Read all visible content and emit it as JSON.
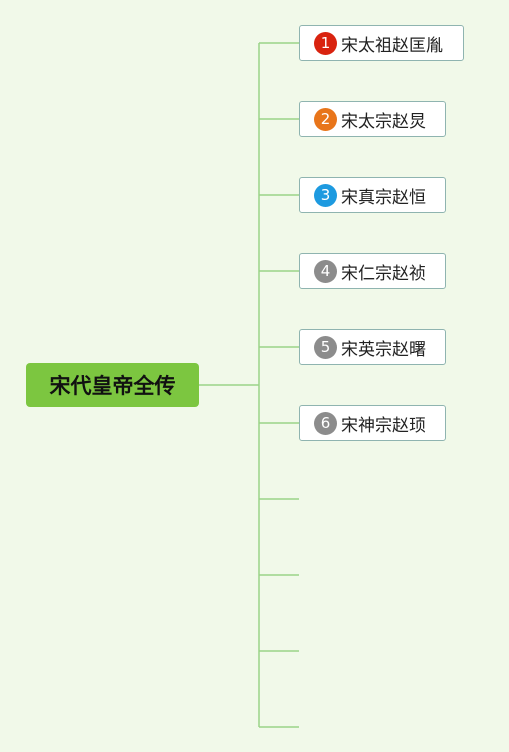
{
  "root": {
    "label": "宋代皇帝全传"
  },
  "colors": {
    "line": "#9bd487",
    "badge_red": "#d9230f",
    "badge_orange": "#e8751a",
    "badge_blue": "#1d9ae0",
    "badge_gray": "#8c8c8c"
  },
  "children": [
    {
      "number": "1",
      "label": "宋太祖赵匡胤",
      "badge_color": "#d9230f"
    },
    {
      "number": "2",
      "label": "宋太宗赵炅",
      "badge_color": "#e8751a"
    },
    {
      "number": "3",
      "label": "宋真宗赵恒",
      "badge_color": "#1d9ae0"
    },
    {
      "number": "4",
      "label": "宋仁宗赵祯",
      "badge_color": "#8c8c8c"
    },
    {
      "number": "5",
      "label": "宋英宗赵曙",
      "badge_color": "#8c8c8c"
    },
    {
      "number": "6",
      "label": "宋神宗赵顼",
      "badge_color": "#8c8c8c"
    }
  ],
  "empty_branch_count": 4
}
